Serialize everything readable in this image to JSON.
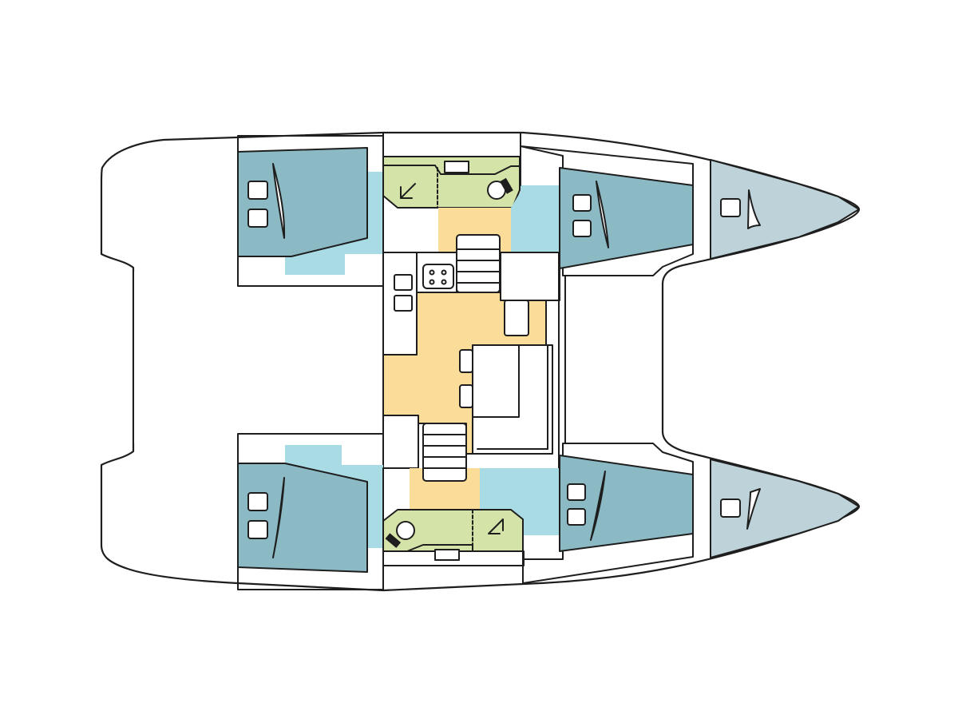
{
  "colors": {
    "cabin_bed": "#8bbac5",
    "cabin_floor": "#a9dbe5",
    "bow_cabin": "#bdd3d9",
    "head": "#d4e3a8",
    "saloon": "#fbdc98",
    "outline": "#1e1e1e",
    "furniture": "#ffffff"
  },
  "layout_type": "catamaran-deck-plan",
  "cabins": 4,
  "heads": 2,
  "bow_cabins": 2
}
